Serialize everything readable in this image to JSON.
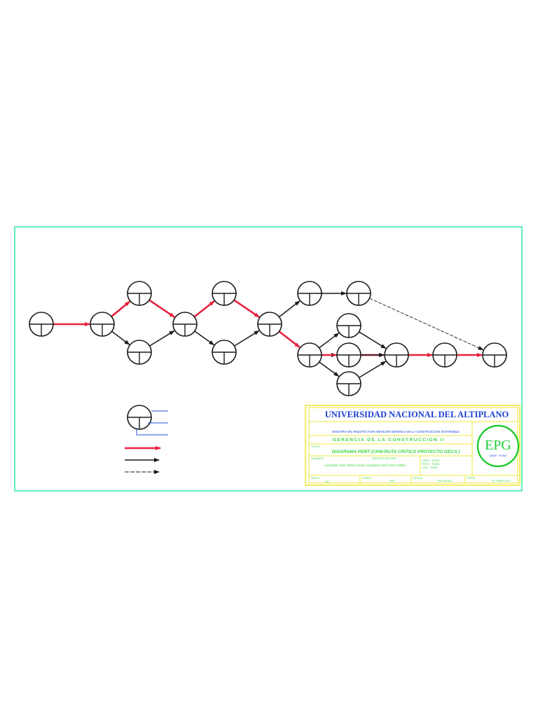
{
  "title_block": {
    "university": "UNIVERSIDAD NACIONAL DEL ALTIPLANO",
    "program": "MAESTRIA EN ARQUITECTURA MENCION GERENCIA DE LA CONSTRUCCION SOSTENIBLE",
    "course": "GERENCIA DE LA CONSTRUCCION II",
    "drawing_label": "TITULO:",
    "drawing_title": "DIAGRAMA PERT (CPM-RUTA CRITICA PROYECTO GECA )",
    "students_label": "ALUMNOS:",
    "students": "Arq.Edwin Jaime Molina Alvaro-Arq.Manuel Abel Flores Gallita",
    "docente_label": "DOCENTE TIPO RHS",
    "location_lines": [
      "DPTO.  :  PUNO",
      "PROV.  :  PUNO",
      "DIST.  :  PUNO"
    ],
    "logo_text": "EPG",
    "logo_sub": "UNAP - PUNO",
    "footer": [
      {
        "label": "DIBUJO:",
        "value": "UAC"
      },
      {
        "label": "CODIGO:",
        "value": "UAC"
      },
      {
        "label": "ESCALA:",
        "value": "SIN ESCALA"
      },
      {
        "label": "FECHA:",
        "value": "OCTUBRE 2021"
      }
    ]
  },
  "colors": {
    "border": "#2ee8a0",
    "critical": "#e8203c",
    "normal": "#1a1a1a",
    "legend_lines": "#2a4fd8",
    "title_blue": "#1c3fd0",
    "title_green": "#3ad63a",
    "title_yellow": "#e8e000",
    "logo_green": "#22cc33"
  },
  "legend": {
    "items": [
      "critical-activity",
      "normal-activity",
      "dummy-activity"
    ]
  }
}
